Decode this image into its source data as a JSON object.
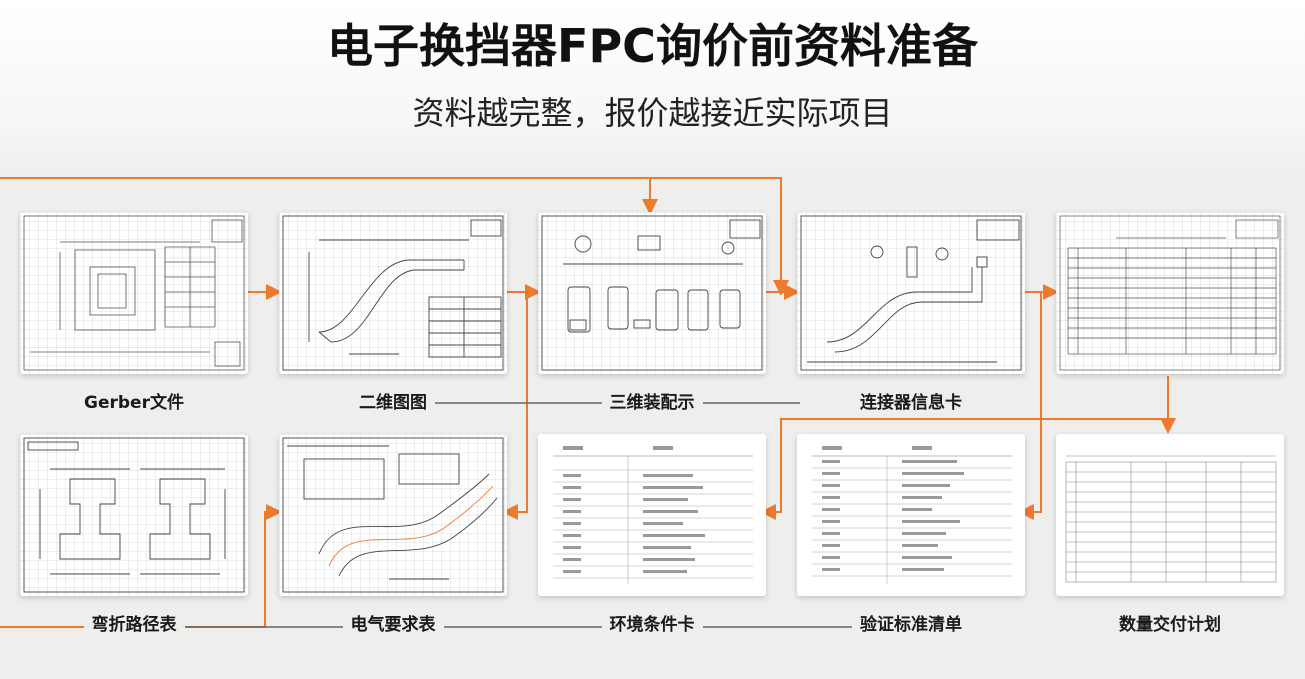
{
  "header": {
    "title": "电子换挡器FPC询价前资料准备",
    "subtitle": "资料越完整，报价越接近实际项目"
  },
  "colors": {
    "accent": "#ee7a2e",
    "line": "#555555",
    "background": "#eeeeec"
  },
  "steps": [
    {
      "label": "Gerber文件"
    },
    {
      "label": "二维图图"
    },
    {
      "label": "三维装配示"
    },
    {
      "label": "连接器信息卡"
    },
    {
      "label": "数量交付计划"
    },
    {
      "label": "弯折路径表"
    },
    {
      "label": "电气要求表"
    },
    {
      "label": "环境条件卡"
    },
    {
      "label": "验证标准清单"
    }
  ]
}
